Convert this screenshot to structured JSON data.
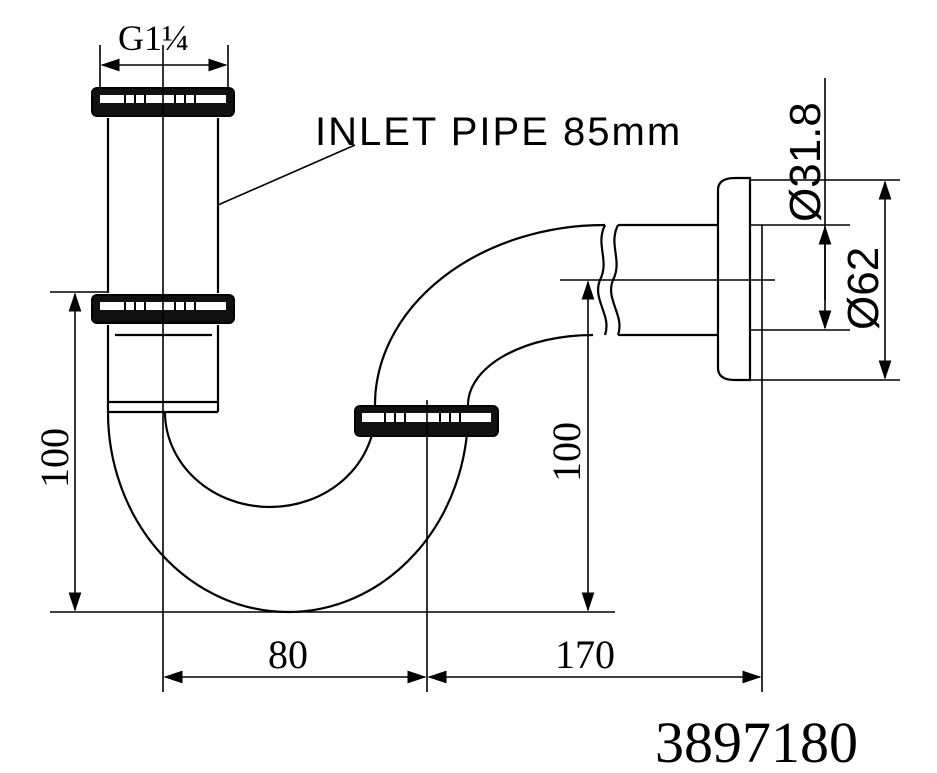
{
  "labels": {
    "thread": "G1¼",
    "inlet_pipe": "INLET PIPE 85mm",
    "dim_left_height": "100",
    "dim_mid_height": "100",
    "dim_80": "80",
    "dim_170": "170",
    "dia_small": "Ø31.8",
    "dia_large": "Ø62",
    "part_number": "3897180"
  }
}
